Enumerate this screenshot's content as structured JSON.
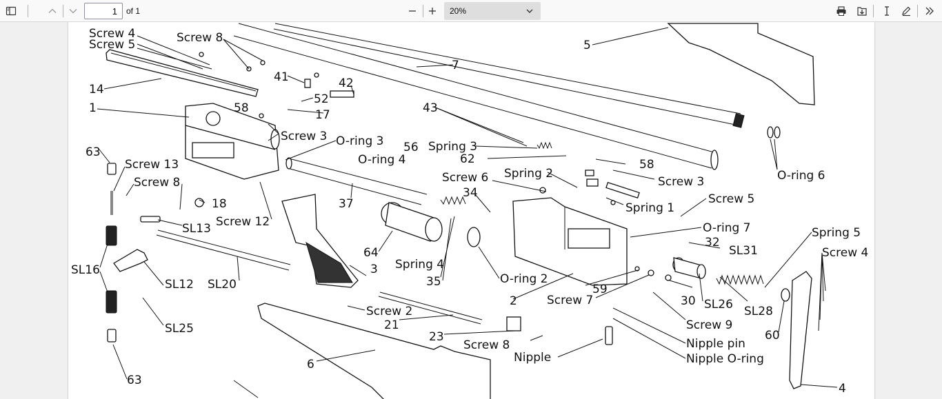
{
  "toolbar": {
    "page_number": "1",
    "page_count": "of 1",
    "zoom_value": "20%"
  },
  "labels": {
    "screw4_a": "Screw 4",
    "screw5_a": "Screw 5",
    "screw8_a": "Screw 8",
    "n14": "14",
    "n1": "1",
    "n41": "41",
    "n42": "42",
    "n52": "52",
    "n58_a": "58",
    "n17": "17",
    "n7": "7",
    "n5": "5",
    "n43": "43",
    "screw3_a": "Screw 3",
    "oring3": "O-ring 3",
    "n63_a": "63",
    "screw13": "Screw 13",
    "oring4": "O-ring 4",
    "n56": "56",
    "spring3": "Spring 3",
    "n62": "62",
    "n58_b": "58",
    "oring6": "O-ring 6",
    "screw8_b": "Screw 8",
    "n18": "18",
    "n37": "37",
    "screw6": "Screw 6",
    "spring2": "Spring 2",
    "screw3_b": "Screw 3",
    "n34": "34",
    "spring1": "Spring 1",
    "screw5_b": "Screw 5",
    "screw12": "Screw 12",
    "sl13": "SL13",
    "n64": "64",
    "oring7": "O-ring 7",
    "n32": "32",
    "sl31": "SL31",
    "spring5": "Spring 5",
    "screw4_b": "Screw 4",
    "sl16": "SL16",
    "spring4": "Spring 4",
    "n3": "3",
    "sl12": "SL12",
    "sl20": "SL20",
    "n35": "35",
    "oring2": "O-ring 2",
    "n59": "59",
    "n2": "2",
    "screw7": "Screw 7",
    "n30": "30",
    "sl26": "SL26",
    "sl28": "SL28",
    "sl25": "SL25",
    "screw2": "Screw 2",
    "n21": "21",
    "screw9": "Screw 9",
    "n60": "60",
    "n23": "23",
    "screw8_c": "Screw 8",
    "nipple_pin": "Nipple pin",
    "n6": "6",
    "nipple": "Nipple",
    "nipple_oring": "Nipple O-ring",
    "n63_b": "63",
    "n4": "4"
  }
}
